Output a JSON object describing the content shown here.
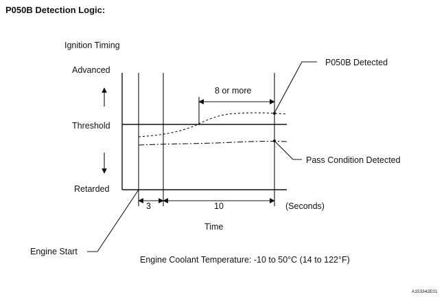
{
  "title": "P050B Detection Logic:",
  "y_axis_title": "Ignition Timing",
  "y_levels": {
    "advanced": "Advanced",
    "threshold": "Threshold",
    "retarded": "Retarded"
  },
  "x_axis_title": "Time",
  "durations": {
    "first": "3",
    "second": "10",
    "units": "(Seconds)",
    "detect_window": "8 or more"
  },
  "callouts": {
    "detected": "P050B Detected",
    "pass": "Pass Condition Detected",
    "engine_start": "Engine Start"
  },
  "condition": "Engine Coolant Temperature: -10 to 50°C (14 to 122°F)",
  "figure_id": "A153342E01"
}
